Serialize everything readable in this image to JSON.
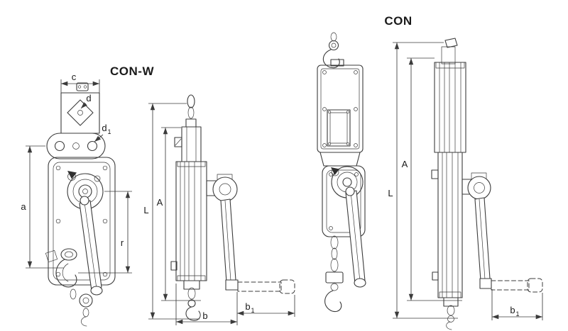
{
  "style": {
    "ink": "#3b3b3b",
    "background": "#ffffff"
  },
  "figure": {
    "left": {
      "title": "CON-W",
      "dims": {
        "c": "c",
        "d": "d",
        "d1_base": "d",
        "d1_sub": "1",
        "a": "a",
        "r": "r",
        "L": "L",
        "A": "A",
        "b": "b",
        "b1_base": "b",
        "b1_sub": "1"
      }
    },
    "right": {
      "title": "CON",
      "dims": {
        "L": "L",
        "A": "A",
        "b1_base": "b",
        "b1_sub": "1"
      }
    }
  }
}
